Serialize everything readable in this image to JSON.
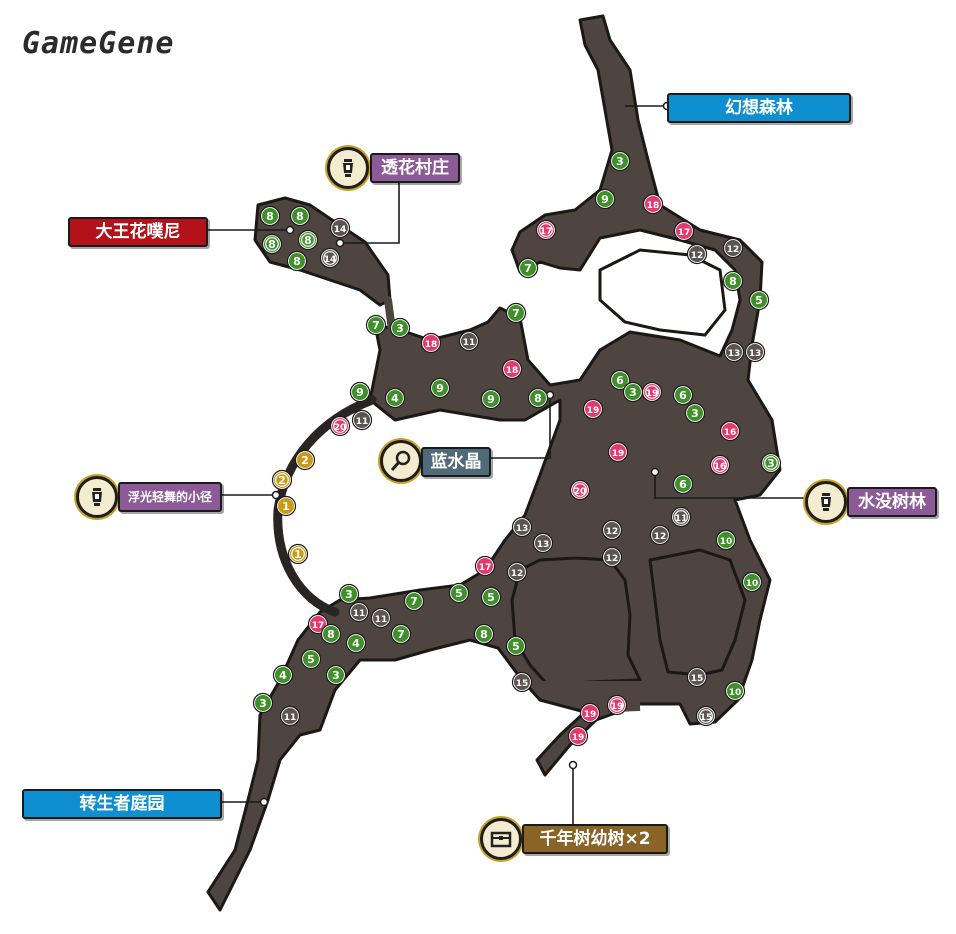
{
  "watermark": "GameGene",
  "colors": {
    "cave": "#4e4540",
    "cave_edge": "#1c1816",
    "green": "#3f8f2a",
    "pink": "#e23a6e",
    "gray": "#5d5452",
    "gold": "#c99a17",
    "blue": "#0d8fd1",
    "red": "#b3121b",
    "purple": "#8c5a96",
    "steel": "#4f6a78",
    "brown": "#8a6426"
  },
  "locations": [
    {
      "id": "fantasy-forest",
      "text": "幻想森林",
      "style": "blue"
    },
    {
      "id": "transflower-village",
      "text": "透花村庄",
      "style": "purple",
      "icon": "lantern-icon"
    },
    {
      "id": "rafflesia-boss",
      "text": "大王花噗尼",
      "style": "red"
    },
    {
      "id": "floating-light-path",
      "text": "浮光轻舞的小径",
      "style": "purple",
      "icon": "lantern-icon"
    },
    {
      "id": "blue-crystal",
      "text": "蓝水晶",
      "style": "steel",
      "icon": "magnifier-icon"
    },
    {
      "id": "submerged-tree-forest",
      "text": "水没树林",
      "style": "purple",
      "icon": "lantern-icon"
    },
    {
      "id": "reincarnation-garden",
      "text": "转生者庭园",
      "style": "blue"
    },
    {
      "id": "treasure-saplings",
      "text": "千年树幼树×2",
      "style": "brown",
      "icon": "chest-icon"
    }
  ],
  "markers": [
    {
      "n": "3",
      "c": "green",
      "double": false
    },
    {
      "n": "9",
      "c": "green",
      "double": false
    },
    {
      "n": "18",
      "c": "pink",
      "double": false
    },
    {
      "n": "17",
      "c": "pink",
      "double": true
    },
    {
      "n": "17",
      "c": "pink",
      "double": false
    },
    {
      "n": "12",
      "c": "gray",
      "double": false
    },
    {
      "n": "12",
      "c": "gray",
      "double": false
    },
    {
      "n": "8",
      "c": "green",
      "double": false
    },
    {
      "n": "7",
      "c": "green",
      "double": false
    },
    {
      "n": "5",
      "c": "green",
      "double": false
    },
    {
      "n": "13",
      "c": "gray",
      "double": false
    },
    {
      "n": "13",
      "c": "gray",
      "double": false
    },
    {
      "n": "8",
      "c": "green",
      "double": false
    },
    {
      "n": "8",
      "c": "green",
      "double": false
    },
    {
      "n": "8",
      "c": "green",
      "double": true
    },
    {
      "n": "8",
      "c": "green",
      "double": true
    },
    {
      "n": "8",
      "c": "green",
      "double": false
    },
    {
      "n": "14",
      "c": "gray",
      "double": false
    },
    {
      "n": "14",
      "c": "gray",
      "double": true
    },
    {
      "n": "7",
      "c": "green",
      "double": false
    },
    {
      "n": "3",
      "c": "green",
      "double": false
    },
    {
      "n": "7",
      "c": "green",
      "double": false
    },
    {
      "n": "18",
      "c": "pink",
      "double": false
    },
    {
      "n": "11",
      "c": "gray",
      "double": false
    },
    {
      "n": "18",
      "c": "pink",
      "double": false
    },
    {
      "n": "9",
      "c": "green",
      "double": false
    },
    {
      "n": "4",
      "c": "green",
      "double": false
    },
    {
      "n": "9",
      "c": "green",
      "double": false
    },
    {
      "n": "9",
      "c": "green",
      "double": false
    },
    {
      "n": "8",
      "c": "green",
      "double": false
    },
    {
      "n": "20",
      "c": "pink",
      "double": true
    },
    {
      "n": "11",
      "c": "gray",
      "double": false
    },
    {
      "n": "2",
      "c": "gold",
      "double": false
    },
    {
      "n": "2",
      "c": "gold",
      "double": true
    },
    {
      "n": "1",
      "c": "gold",
      "double": false
    },
    {
      "n": "1",
      "c": "gold",
      "double": true
    },
    {
      "n": "6",
      "c": "green",
      "double": false
    },
    {
      "n": "3",
      "c": "green",
      "double": false
    },
    {
      "n": "19",
      "c": "pink",
      "double": true
    },
    {
      "n": "6",
      "c": "green",
      "double": false
    },
    {
      "n": "3",
      "c": "green",
      "double": false
    },
    {
      "n": "19",
      "c": "pink",
      "double": false
    },
    {
      "n": "16",
      "c": "pink",
      "double": false
    },
    {
      "n": "19",
      "c": "pink",
      "double": false
    },
    {
      "n": "16",
      "c": "pink",
      "double": true
    },
    {
      "n": "3",
      "c": "green",
      "double": true
    },
    {
      "n": "20",
      "c": "pink",
      "double": true
    },
    {
      "n": "6",
      "c": "green",
      "double": false
    },
    {
      "n": "13",
      "c": "gray",
      "double": false
    },
    {
      "n": "12",
      "c": "gray",
      "double": false
    },
    {
      "n": "12",
      "c": "gray",
      "double": false
    },
    {
      "n": "11",
      "c": "gray",
      "double": true
    },
    {
      "n": "13",
      "c": "gray",
      "double": false
    },
    {
      "n": "12",
      "c": "gray",
      "double": false
    },
    {
      "n": "10",
      "c": "green",
      "double": false
    },
    {
      "n": "17",
      "c": "pink",
      "double": false
    },
    {
      "n": "12",
      "c": "gray",
      "double": false
    },
    {
      "n": "10",
      "c": "green",
      "double": false
    },
    {
      "n": "5",
      "c": "green",
      "double": false
    },
    {
      "n": "5",
      "c": "green",
      "double": false
    },
    {
      "n": "3",
      "c": "green",
      "double": false
    },
    {
      "n": "11",
      "c": "gray",
      "double": false
    },
    {
      "n": "11",
      "c": "gray",
      "double": false
    },
    {
      "n": "7",
      "c": "green",
      "double": false
    },
    {
      "n": "17",
      "c": "pink",
      "double": false
    },
    {
      "n": "8",
      "c": "green",
      "double": false
    },
    {
      "n": "4",
      "c": "green",
      "double": false
    },
    {
      "n": "7",
      "c": "green",
      "double": false
    },
    {
      "n": "8",
      "c": "green",
      "double": false
    },
    {
      "n": "5",
      "c": "green",
      "double": false
    },
    {
      "n": "3",
      "c": "green",
      "double": false
    },
    {
      "n": "4",
      "c": "green",
      "double": false
    },
    {
      "n": "5",
      "c": "green",
      "double": false
    },
    {
      "n": "15",
      "c": "gray",
      "double": false
    },
    {
      "n": "15",
      "c": "gray",
      "double": false
    },
    {
      "n": "10",
      "c": "green",
      "double": false
    },
    {
      "n": "3",
      "c": "green",
      "double": false
    },
    {
      "n": "11",
      "c": "gray",
      "double": false
    },
    {
      "n": "19",
      "c": "pink",
      "double": false
    },
    {
      "n": "19",
      "c": "pink",
      "double": true
    },
    {
      "n": "15",
      "c": "gray",
      "double": true
    },
    {
      "n": "19",
      "c": "pink",
      "double": false
    }
  ]
}
